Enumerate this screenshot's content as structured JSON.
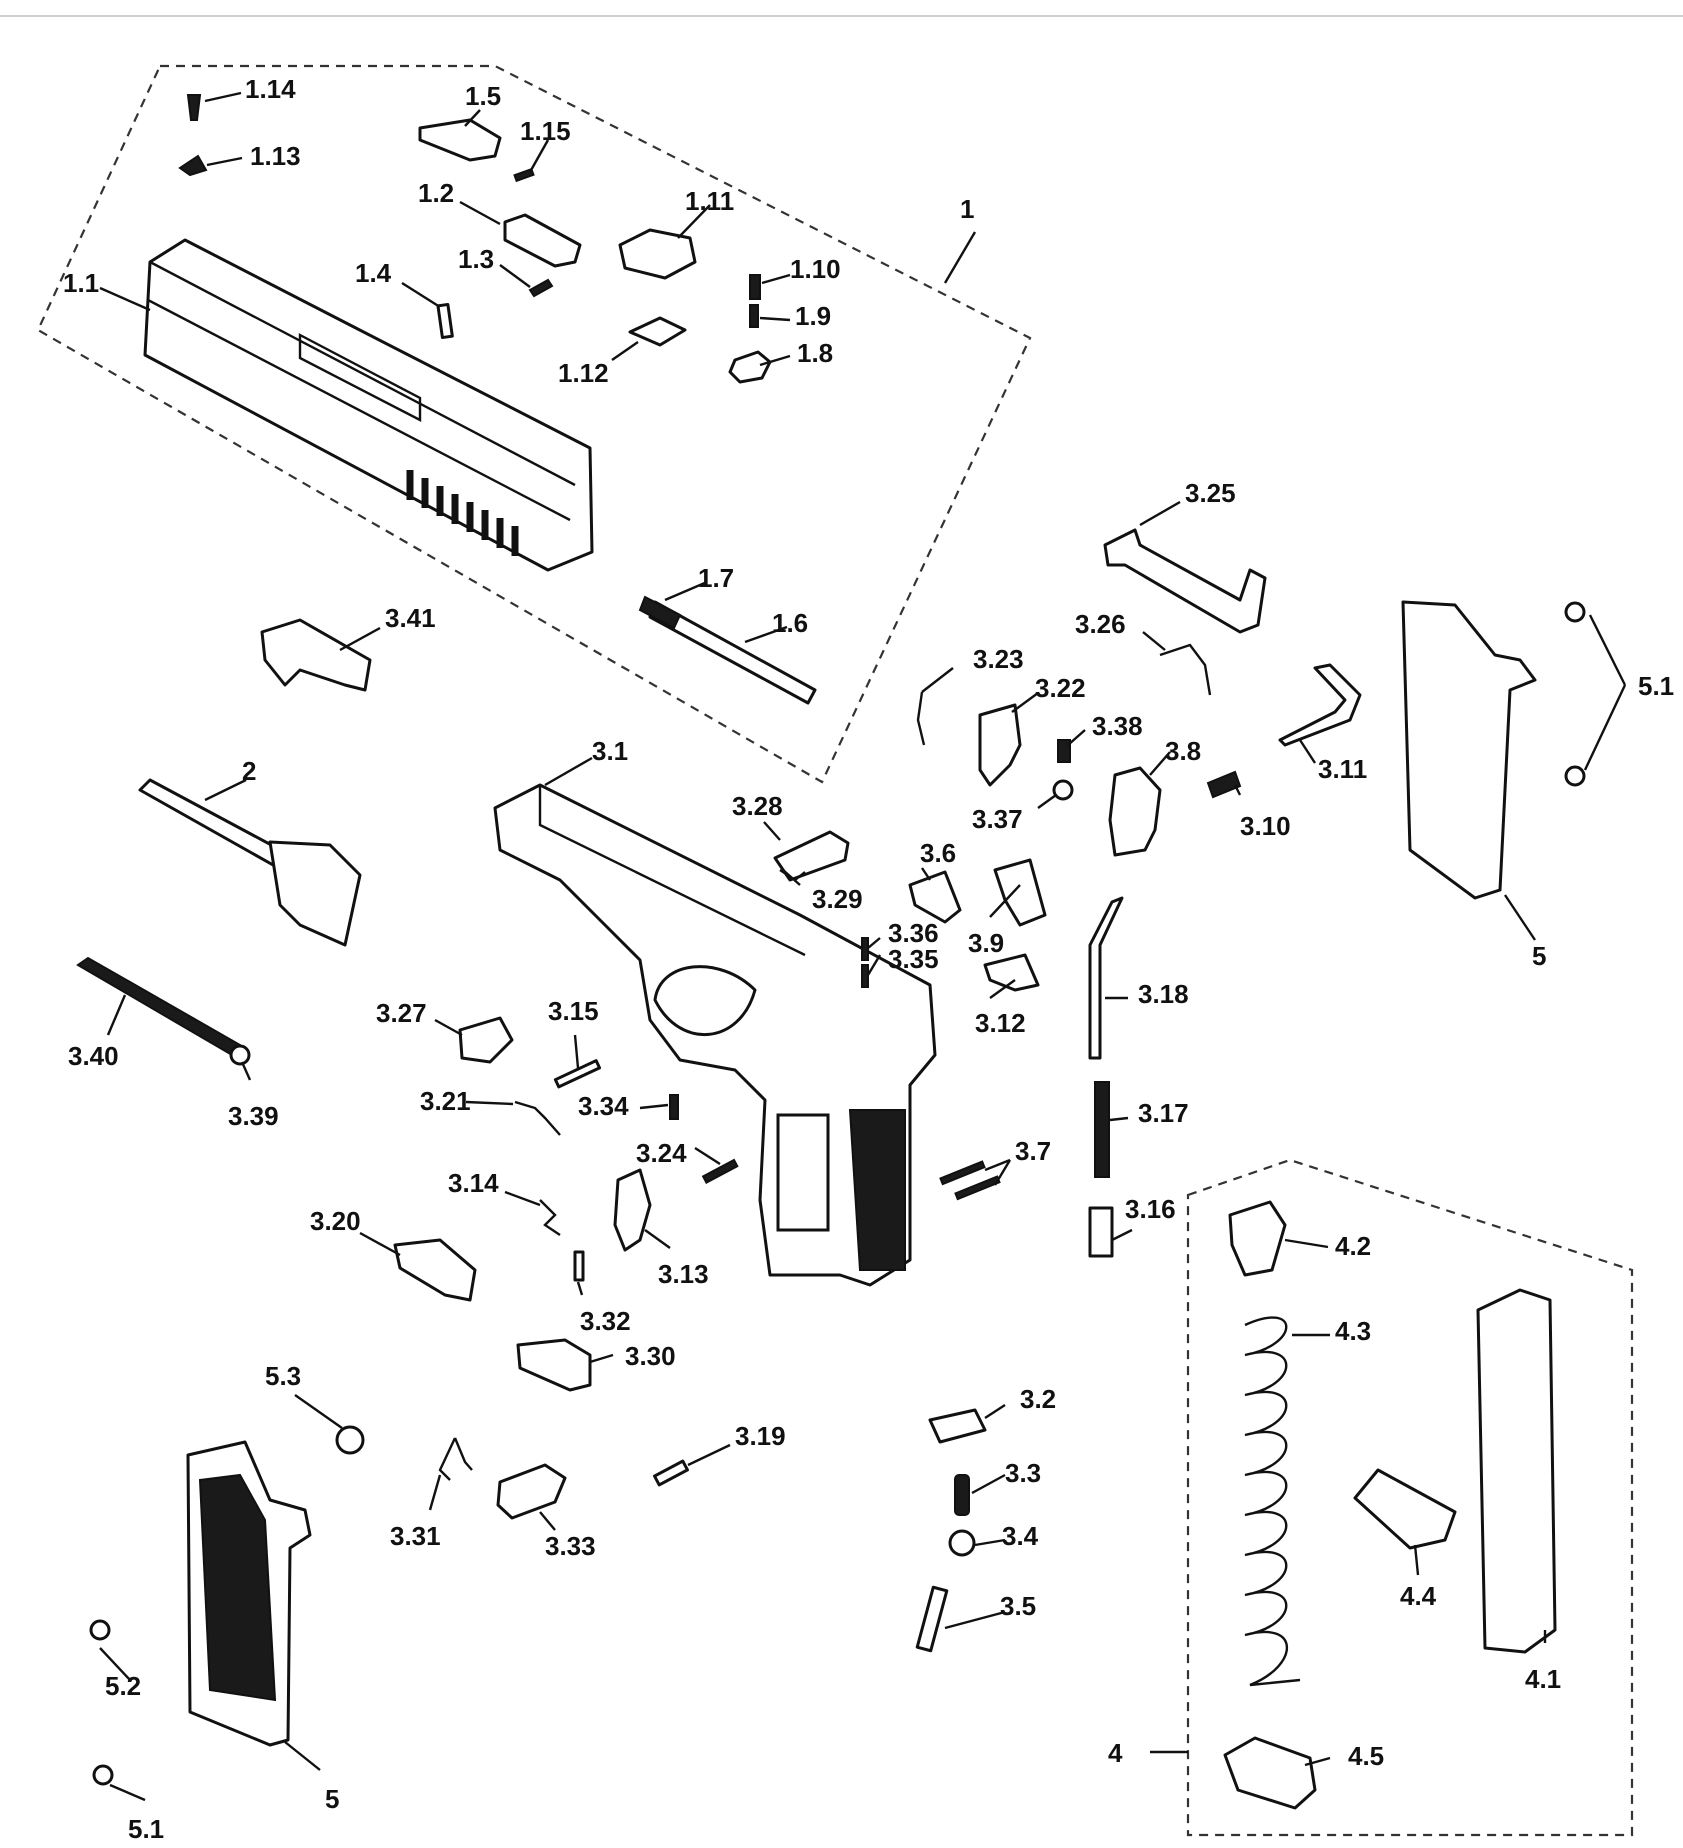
{
  "labels": {
    "l_1": "1",
    "l_1_1": "1.1",
    "l_1_2": "1.2",
    "l_1_3": "1.3",
    "l_1_4": "1.4",
    "l_1_5": "1.5",
    "l_1_6": "1.6",
    "l_1_7": "1.7",
    "l_1_8": "1.8",
    "l_1_9": "1.9",
    "l_1_10": "1.10",
    "l_1_11": "1.11",
    "l_1_12": "1.12",
    "l_1_13": "1.13",
    "l_1_14": "1.14",
    "l_1_15": "1.15",
    "l_2": "2",
    "l_3_1": "3.1",
    "l_3_2": "3.2",
    "l_3_3": "3.3",
    "l_3_4": "3.4",
    "l_3_5": "3.5",
    "l_3_6": "3.6",
    "l_3_7": "3.7",
    "l_3_8": "3.8",
    "l_3_9": "3.9",
    "l_3_10": "3.10",
    "l_3_11": "3.11",
    "l_3_12": "3.12",
    "l_3_13": "3.13",
    "l_3_14": "3.14",
    "l_3_15": "3.15",
    "l_3_16": "3.16",
    "l_3_17": "3.17",
    "l_3_18": "3.18",
    "l_3_19": "3.19",
    "l_3_20": "3.20",
    "l_3_21": "3.21",
    "l_3_22": "3.22",
    "l_3_23": "3.23",
    "l_3_24": "3.24",
    "l_3_25": "3.25",
    "l_3_26": "3.26",
    "l_3_27": "3.27",
    "l_3_28": "3.28",
    "l_3_29": "3.29",
    "l_3_30": "3.30",
    "l_3_31": "3.31",
    "l_3_32": "3.32",
    "l_3_33": "3.33",
    "l_3_34": "3.34",
    "l_3_35": "3.35",
    "l_3_36": "3.36",
    "l_3_37": "3.37",
    "l_3_38": "3.38",
    "l_3_39": "3.39",
    "l_3_40": "3.40",
    "l_3_41": "3.41",
    "l_4": "4",
    "l_4_1": "4.1",
    "l_4_2": "4.2",
    "l_4_3": "4.3",
    "l_4_4": "4.4",
    "l_4_5": "4.5",
    "l_5_a": "5",
    "l_5_b": "5",
    "l_5_1_a": "5.1",
    "l_5_1_b": "5.1",
    "l_5_2": "5.2",
    "l_5_3": "5.3"
  }
}
